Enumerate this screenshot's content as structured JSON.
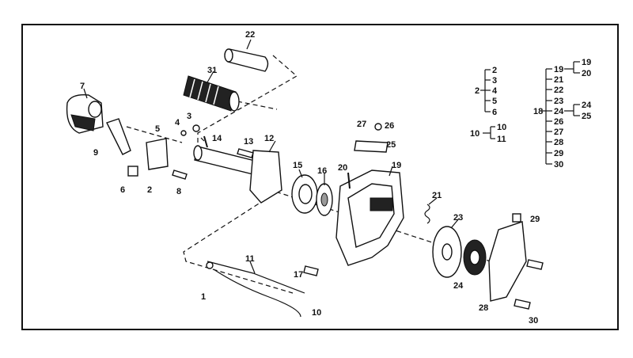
{
  "callouts": [
    {
      "id": "c22",
      "text": "22"
    },
    {
      "id": "c31",
      "text": "31"
    },
    {
      "id": "c7",
      "text": "7"
    },
    {
      "id": "c3",
      "text": "3"
    },
    {
      "id": "c4",
      "text": "4"
    },
    {
      "id": "c5",
      "text": "5"
    },
    {
      "id": "c9",
      "text": "9"
    },
    {
      "id": "c14",
      "text": "14"
    },
    {
      "id": "c13",
      "text": "13"
    },
    {
      "id": "c12",
      "text": "12"
    },
    {
      "id": "c27",
      "text": "27"
    },
    {
      "id": "c26",
      "text": "26"
    },
    {
      "id": "c25",
      "text": "25"
    },
    {
      "id": "c20",
      "text": "20"
    },
    {
      "id": "c19",
      "text": "19"
    },
    {
      "id": "c15",
      "text": "15"
    },
    {
      "id": "c16",
      "text": "16"
    },
    {
      "id": "c6",
      "text": "6"
    },
    {
      "id": "c2",
      "text": "2"
    },
    {
      "id": "c8",
      "text": "8"
    },
    {
      "id": "c21",
      "text": "21"
    },
    {
      "id": "c23",
      "text": "23"
    },
    {
      "id": "c29",
      "text": "29"
    },
    {
      "id": "c11",
      "text": "11"
    },
    {
      "id": "c17",
      "text": "17"
    },
    {
      "id": "c24",
      "text": "24"
    },
    {
      "id": "c28",
      "text": "28"
    },
    {
      "id": "c1",
      "text": "1"
    },
    {
      "id": "c10",
      "text": "10"
    },
    {
      "id": "c30",
      "text": "30"
    }
  ],
  "legend": {
    "group2": {
      "root": "2",
      "items": [
        "2",
        "3",
        "4",
        "5",
        "6"
      ]
    },
    "group10": {
      "root": "10",
      "items": [
        "10",
        "11"
      ]
    },
    "group18": {
      "root": "18",
      "items": [
        "19",
        "21",
        "22",
        "23",
        "24",
        "26",
        "27",
        "28",
        "29",
        "30"
      ],
      "sub19": [
        "19",
        "20"
      ],
      "sub24": [
        "24",
        "25"
      ]
    }
  }
}
